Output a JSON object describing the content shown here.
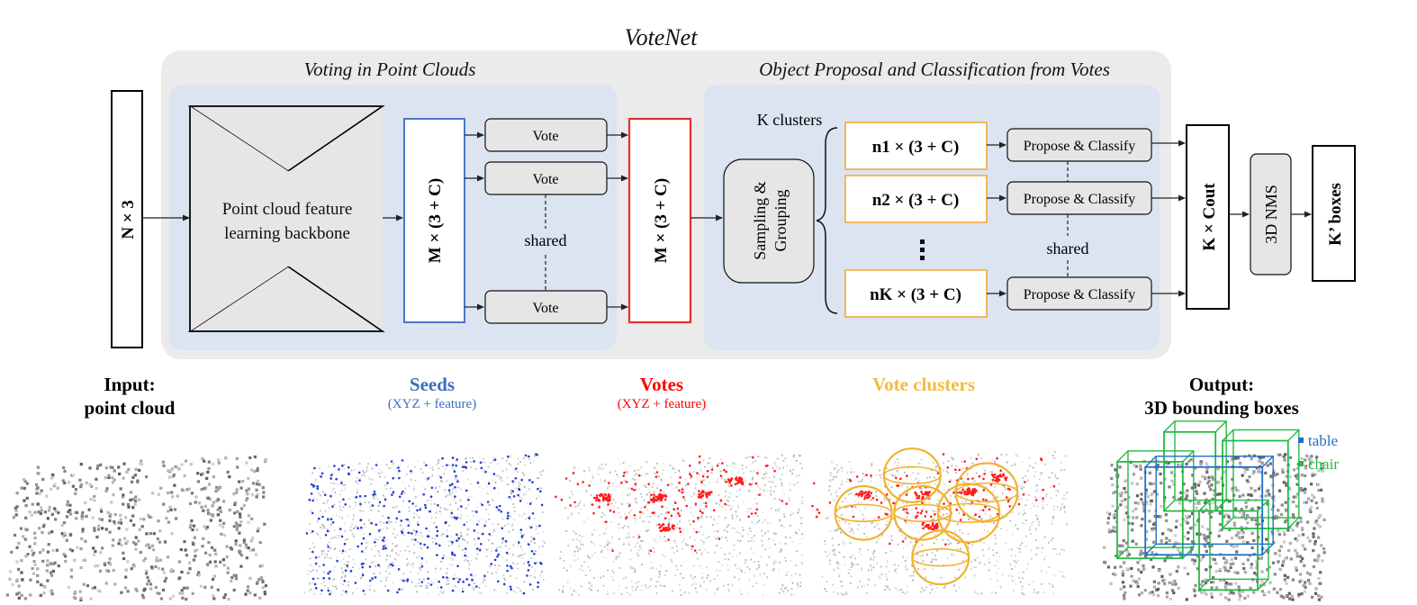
{
  "diagram": {
    "title": "VoteNet",
    "sections": {
      "voting": "Voting in Point Clouds",
      "proposal": "Object Proposal and Classification from Votes"
    },
    "input_block": "N × 3",
    "backbone": [
      "Point cloud feature",
      "learning backbone"
    ],
    "seed_block": "M × (3 + C)",
    "vote_label": "Vote",
    "shared_label": "shared",
    "votes_block": "M × (3 + C)",
    "sampling": [
      "Sampling &",
      "Grouping"
    ],
    "k_clusters": "K clusters",
    "clusters": [
      "n1 × (3 + C)",
      "n2 × (3 + C)",
      "nK × (3 + C)"
    ],
    "propose_label": "Propose & Classify",
    "output_block": "K × Cout",
    "nms": "3D NMS",
    "final": "K’ boxes"
  },
  "panels": [
    {
      "title": [
        "Input:",
        "point cloud"
      ],
      "subtitle": "",
      "color": "#000000"
    },
    {
      "title": [
        "Seeds"
      ],
      "subtitle": "(XYZ + feature)",
      "color": "#3b6fbf"
    },
    {
      "title": [
        "Votes"
      ],
      "subtitle": "(XYZ + feature)",
      "color": "#ff0000"
    },
    {
      "title": [
        "Vote clusters"
      ],
      "subtitle": "",
      "color": "#f5b942"
    },
    {
      "title": [
        "Output:",
        "3D bounding boxes"
      ],
      "subtitle": "",
      "color": "#000000"
    }
  ],
  "legend": [
    {
      "label": "table",
      "color": "#1f6fc9"
    },
    {
      "label": "chair",
      "color": "#22bb44"
    }
  ],
  "colors": {
    "outer_panel": "#ebebeb",
    "inner_panel": "#dbe4f0",
    "seed_border": "#4a78c2",
    "vote_border": "#e53030",
    "cluster_border": "#f0b860",
    "box_fill": "#e6e6e6"
  }
}
